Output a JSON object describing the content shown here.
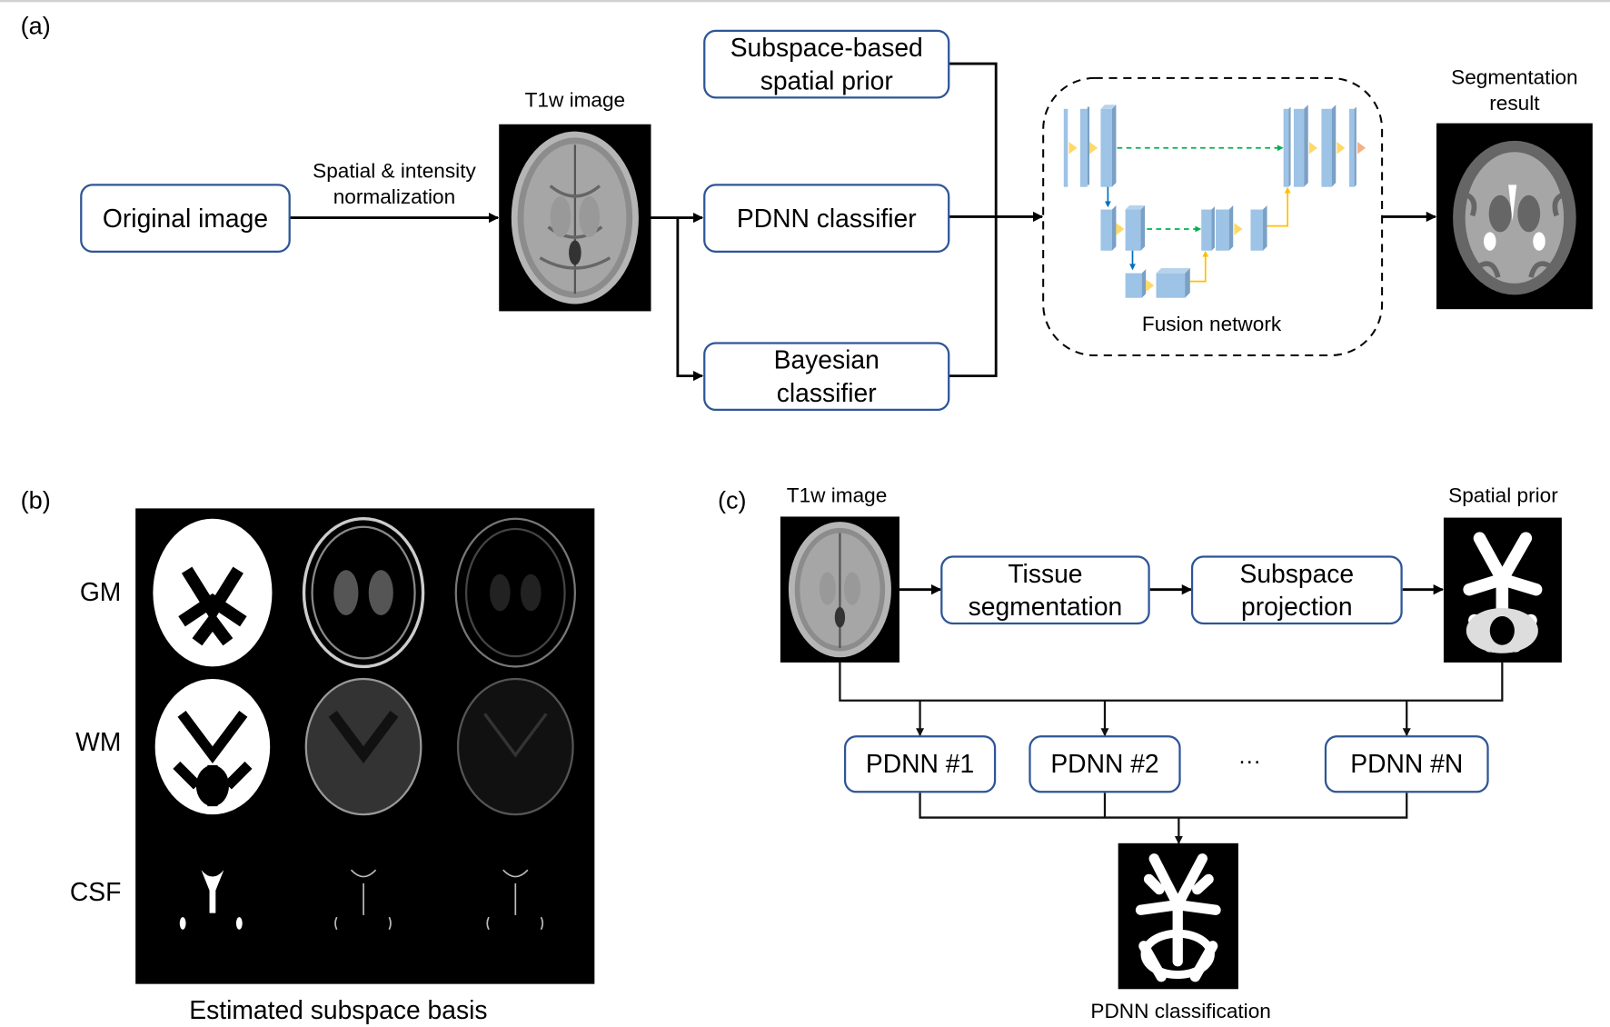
{
  "panel_a": {
    "label": "(a)",
    "original_image": "Original image",
    "normalization_caption": [
      "Spatial & intensity",
      "normalization"
    ],
    "t1w_caption": "T1w image",
    "subspace_prior_box": [
      "Subspace-based",
      "spatial prior"
    ],
    "pdnn_classifier_box": "PDNN classifier",
    "bayesian_box": [
      "Bayesian",
      "classifier"
    ],
    "fusion_caption": "Fusion network",
    "segmentation_caption": [
      "Segmentation",
      "result"
    ]
  },
  "panel_b": {
    "label": "(b)",
    "rows": [
      "GM",
      "WM",
      "CSF"
    ],
    "caption": "Estimated subspace basis"
  },
  "panel_c": {
    "label": "(c)",
    "t1w_caption": "T1w image",
    "tissue_box": [
      "Tissue",
      "segmentation"
    ],
    "subspace_box": [
      "Subspace",
      "projection"
    ],
    "spatial_prior_caption": "Spatial prior",
    "pdnn_boxes": [
      "PDNN #1",
      "PDNN #2",
      "PDNN #N"
    ],
    "ellipsis": "···",
    "classification_caption": "PDNN classification"
  },
  "colors": {
    "box_border": "#2f5597",
    "unet_block": "#9dc3e6",
    "unet_block_side": "#7aa0c4",
    "skip_green": "#00b050",
    "down_blue": "#0070c0",
    "up_yellow": "#ffc000",
    "conv_triangle": "#ffd966",
    "output_triangle": "#f4b183"
  }
}
